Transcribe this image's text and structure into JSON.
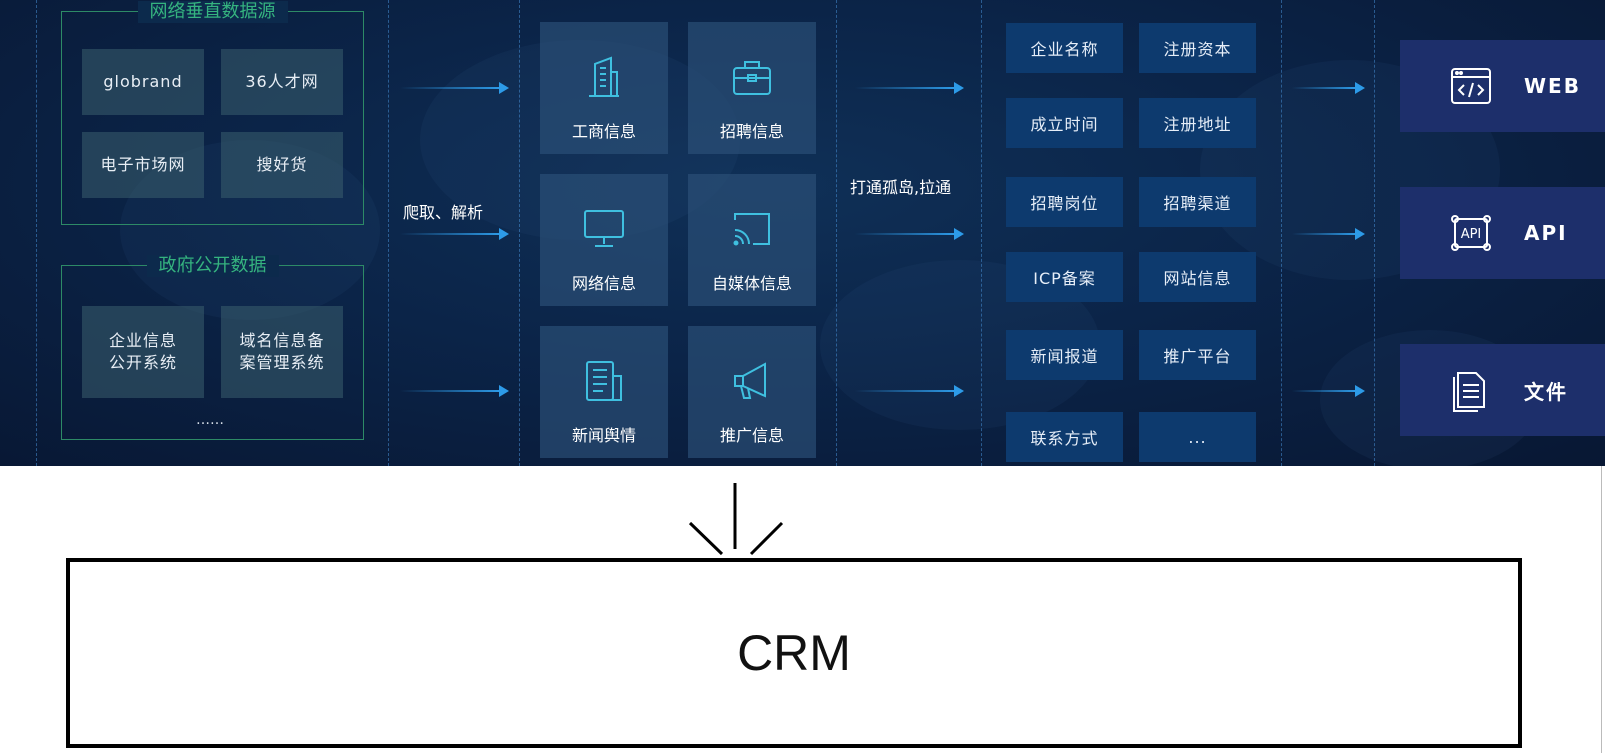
{
  "sources": {
    "group1": {
      "title": "网络垂直数据源",
      "items": [
        "globrand",
        "36人才网",
        "电子市场网",
        "搜好货"
      ]
    },
    "group2": {
      "title": "政府公开数据",
      "items": [
        "企业信息\n公开系统",
        "域名信息备\n案管理系统"
      ],
      "more": "……"
    }
  },
  "step1_label": "爬取、解析",
  "categories": [
    "工商信息",
    "招聘信息",
    "网络信息",
    "自媒体信息",
    "新闻舆情",
    "推广信息"
  ],
  "category_icons": [
    "building-icon",
    "briefcase-icon",
    "monitor-icon",
    "cast-icon",
    "news-icon",
    "megaphone-icon"
  ],
  "step2_label": "打通孤岛,拉通",
  "fields": [
    "企业名称",
    "注册资本",
    "成立时间",
    "注册地址",
    "招聘岗位",
    "招聘渠道",
    "ICP备案",
    "网站信息",
    "新闻报道",
    "推广平台",
    "联系方式",
    "..."
  ],
  "outputs": [
    {
      "label": "WEB",
      "icon": "code-window-icon"
    },
    {
      "label": "API",
      "icon": "api-icon"
    },
    {
      "label": "文件",
      "icon": "document-icon"
    }
  ],
  "crm": "CRM",
  "colors": {
    "background": "#0b2448",
    "group_border": "#2d8a66",
    "group_title": "#35b37f",
    "arrow": "#2d9be8",
    "field_bg": "#0d3a6e",
    "output_bg": "#1d2f6b"
  }
}
